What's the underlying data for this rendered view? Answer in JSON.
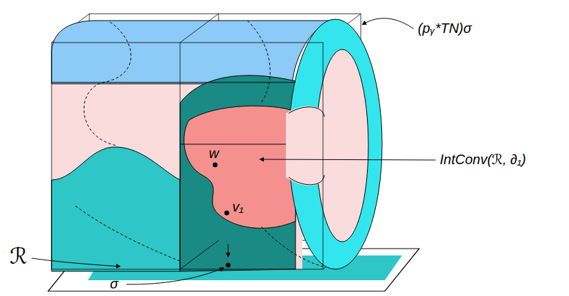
{
  "diagram": {
    "labels": [
      "(pᵧ*TN)σ",
      "IntConv(ℛ, ∂₁)",
      "w",
      "v₁",
      "ℛ",
      "σ"
    ]
  }
}
